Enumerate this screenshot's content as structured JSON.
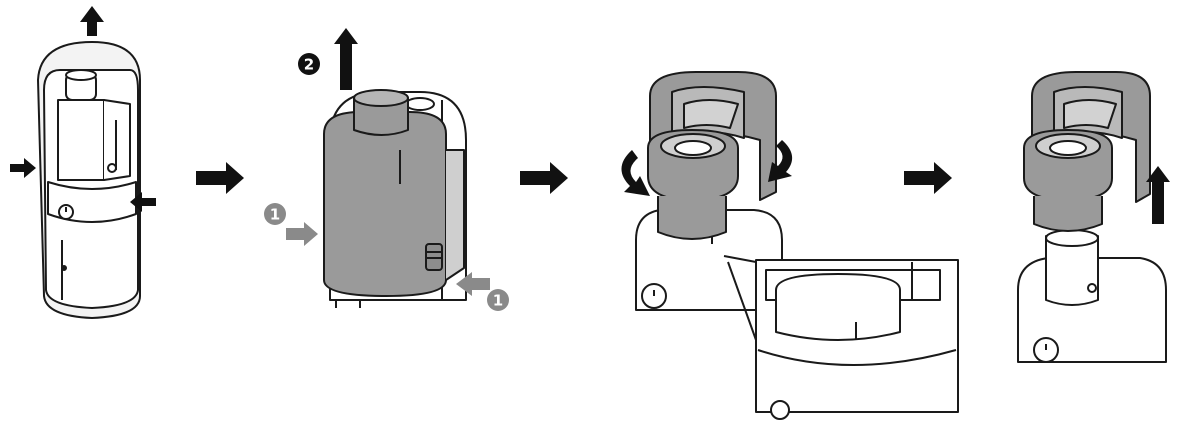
{
  "steps": [
    {
      "badges": []
    },
    {
      "badges": [
        "2",
        "1",
        "1"
      ]
    },
    {
      "badges": []
    },
    {
      "badges": []
    }
  ],
  "colors": {
    "line": "#1a1a1a",
    "part_fill": "#9a9a9a",
    "part_fill_dark": "#7f7f7f",
    "body_fill": "#ffffff",
    "outline_fill": "#e6e6e6",
    "badge_dark": "#111111",
    "badge_grey": "#8a8a8a"
  },
  "icons": [
    "arrow-up-icon",
    "arrow-right-icon",
    "rotate-icon",
    "power-icon"
  ]
}
